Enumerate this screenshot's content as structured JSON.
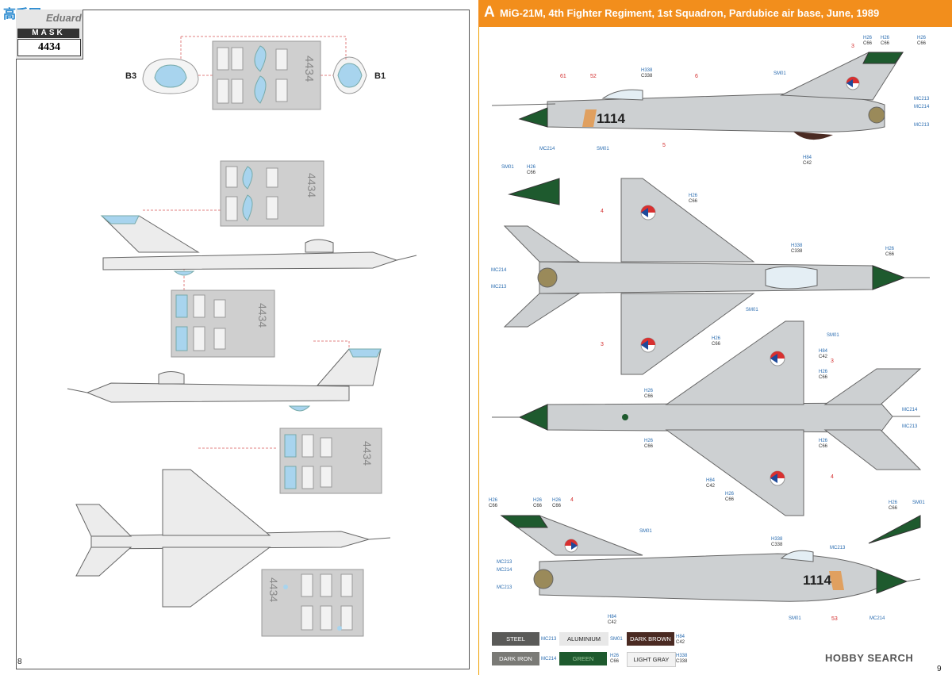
{
  "left_page": {
    "brand_mark": "Eduard",
    "brand_mask": "MASK",
    "product_code": "4434",
    "tag_b3": "B3",
    "tag_b1": "B1",
    "page_number": "8",
    "mask_sheet_text": "4434"
  },
  "right_page": {
    "banner_letter": "A",
    "banner_title": "MiG-21M, 4th Fighter Regiment, 1st Squadron, Pardubice air base, June, 1989",
    "page_number": "9",
    "aircraft_number": "1114",
    "callouts_side_top": {
      "n61": "61",
      "n52": "52",
      "n6": "6",
      "n5": "5",
      "n3": "3",
      "h338": "H338",
      "c338": "C338",
      "sm01": "SM01",
      "mc214": "MC214",
      "mc213": "MC213",
      "h26": "H26",
      "c66": "C66",
      "h84": "H84",
      "c42": "C42"
    },
    "callouts_top_view": {
      "n4": "4",
      "n3": "3"
    },
    "callouts_bottom_view": {
      "n3": "3",
      "n4": "4"
    },
    "callouts_side_bottom": {
      "n4": "4",
      "n53": "53",
      "sm01": "SM01"
    },
    "colors": [
      {
        "name": "STEEL",
        "code1": "MC213",
        "code2": "",
        "bg": "#5a5a58",
        "fg": "#ffffff"
      },
      {
        "name": "ALUMINIUM",
        "code1": "SM01",
        "code2": "",
        "bg": "#e8e8e8",
        "fg": "#222222"
      },
      {
        "name": "DARK BROWN",
        "code1": "H84",
        "code2": "C42",
        "bg": "#4a2a22",
        "fg": "#ffffff"
      },
      {
        "name": "DARK IRON",
        "code1": "MC214",
        "code2": "",
        "bg": "#7a7a76",
        "fg": "#ffffff"
      },
      {
        "name": "GREEN",
        "code1": "H26",
        "code2": "C66",
        "bg": "#1e5a2e",
        "fg": "#9cc89c"
      },
      {
        "name": "LIGHT GRAY",
        "code1": "H338",
        "code2": "C338",
        "bg": "#f2f2f2",
        "fg": "#222222"
      }
    ],
    "watermark": "HOBBY SEARCH"
  },
  "site_logo": "高手网",
  "accent": "#f28e1c",
  "mask_blue": "#a8d4ee",
  "green": "#1e5a2e"
}
